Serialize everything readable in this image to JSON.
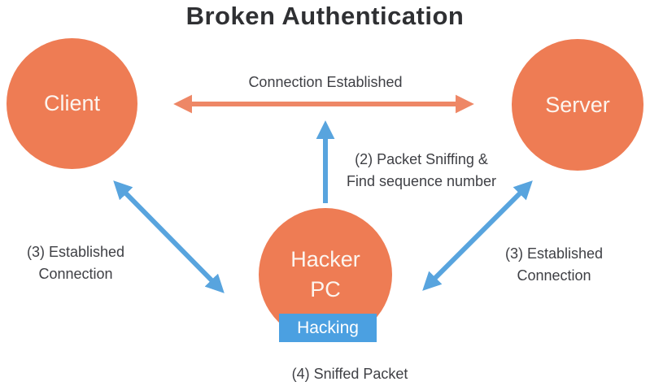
{
  "title": "Broken Authentication",
  "nodes": {
    "client": {
      "label": "Client"
    },
    "server": {
      "label": "Server"
    },
    "hacker": {
      "label_line1": "Hacker",
      "label_line2": "PC",
      "badge": "Hacking"
    }
  },
  "labels": {
    "connection_established": "Connection Established",
    "packet_sniffing_line1": "(2) Packet Sniffing &",
    "packet_sniffing_line2": "Find sequence number",
    "left_connection_line1": "(3) Established",
    "left_connection_line2": "Connection",
    "right_connection_line1": "(3) Established",
    "right_connection_line2": "Connection",
    "sniffed_packet": "(4) Sniffed Packet"
  },
  "colors": {
    "node_orange": "#ee7c54",
    "arrow_orange": "#ee8766",
    "arrow_blue": "#58a4de",
    "badge_blue": "#4ba0e1",
    "node_text": "#fcf5ef",
    "badge_text": "#ffffff",
    "label_text": "#3f4045",
    "title_text": "#2f3033",
    "background": "#ffffff"
  }
}
